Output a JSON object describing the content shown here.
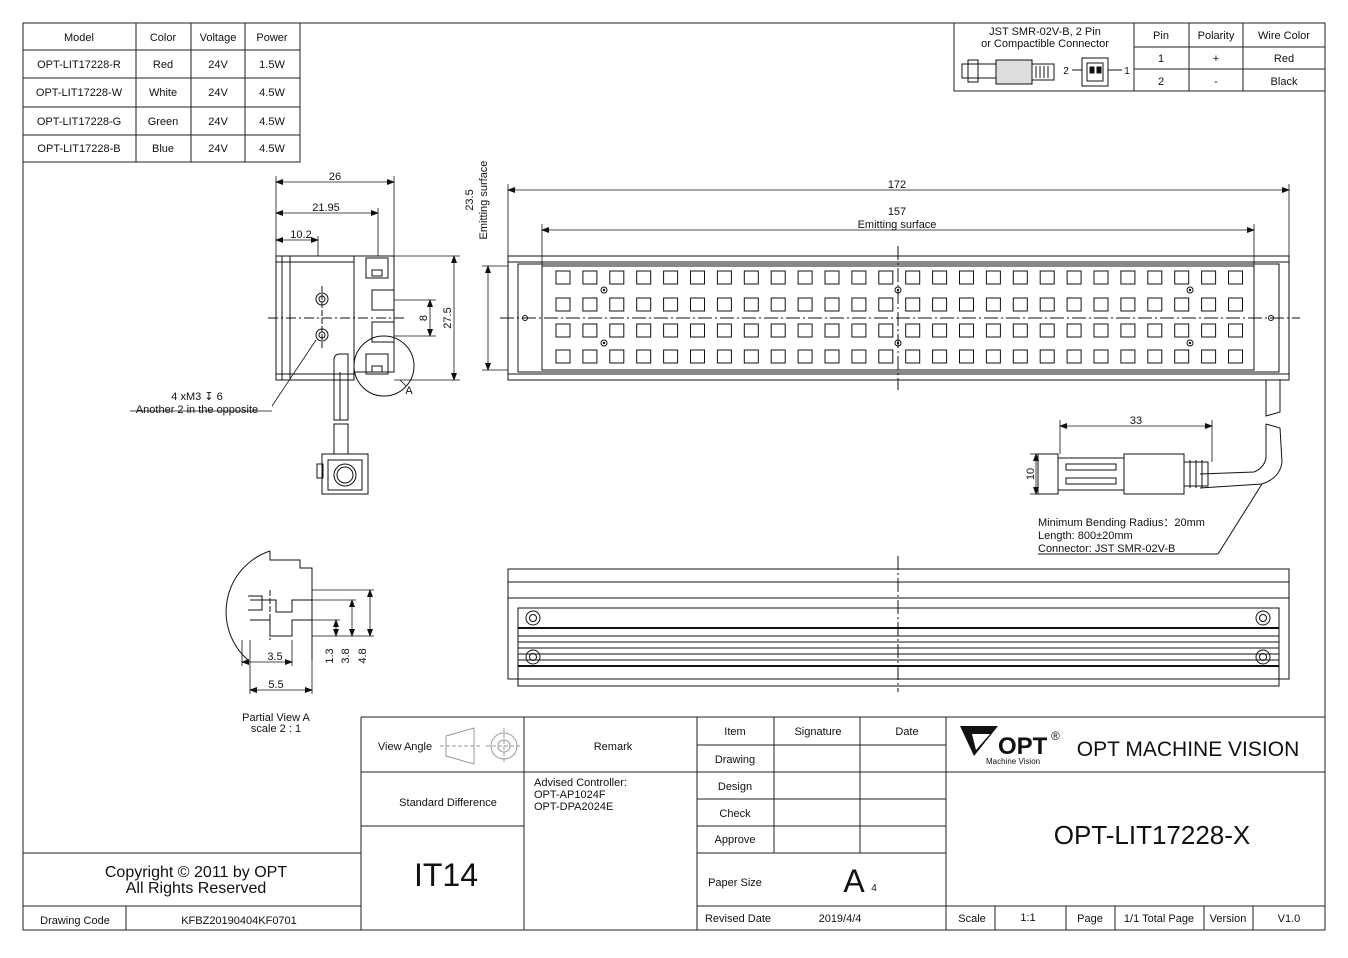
{
  "spec_table": {
    "headers": [
      "Model",
      "Color",
      "Voltage",
      "Power"
    ],
    "rows": [
      [
        "OPT-LIT17228-R",
        "Red",
        "24V",
        "1.5W"
      ],
      [
        "OPT-LIT17228-W",
        "White",
        "24V",
        "4.5W"
      ],
      [
        "OPT-LIT17228-G",
        "Green",
        "24V",
        "4.5W"
      ],
      [
        "OPT-LIT17228-B",
        "Blue",
        "24V",
        "4.5W"
      ]
    ]
  },
  "connector_table": {
    "title_line1": "JST SMR-02V-B, 2 Pin",
    "title_line2": "or Compactible Connector",
    "pin_label_2": "2",
    "pin_label_1": "1",
    "headers": [
      "Pin",
      "Polarity",
      "Wire Color"
    ],
    "rows": [
      [
        "1",
        "+",
        "Red"
      ],
      [
        "2",
        "-",
        "Black"
      ]
    ]
  },
  "side_view": {
    "dim_26": "26",
    "dim_21_95": "21.95",
    "dim_10_2": "10.2",
    "dim_23_5": "23.5",
    "emitting_surface": "Emitting surface",
    "dim_8": "8",
    "dim_27_5": "27.5",
    "detail_mark": "A",
    "hole_note": "4 xM3 ↧ 6",
    "hole_note2": "Another 2 in the opposite"
  },
  "front_view": {
    "dim_172": "172",
    "dim_157": "157",
    "emitting_surface": "Emitting surface"
  },
  "cable": {
    "dim_33": "33",
    "dim_10": "10",
    "note1": "Minimum Bending Radius：20mm",
    "note2": "Length: 800±20mm",
    "note3": "Connector: JST SMR-02V-B"
  },
  "partial_view": {
    "dim_3_5": "3.5",
    "dim_5_5": "5.5",
    "dim_1_3": "1.3",
    "dim_3_8": "3.8",
    "dim_4_8": "4.8",
    "caption1": "Partial View A",
    "caption2": "scale 2 : 1"
  },
  "title_block": {
    "view_angle": "View Angle",
    "remark": "Remark",
    "standard_difference": "Standard Difference",
    "advised_controller": "Advised Controller:",
    "controller1": "OPT-AP1024F",
    "controller2": "OPT-DPA2024E",
    "tolerance": "IT14",
    "item": "Item",
    "signature": "Signature",
    "date": "Date",
    "drawing": "Drawing",
    "design": "Design",
    "check": "Check",
    "approve": "Approve",
    "paper_size_label": "Paper Size",
    "paper_size": "A",
    "paper_size_sub": "4",
    "revised_date_label": "Revised Date",
    "revised_date": "2019/4/4",
    "logo_text": "OPT",
    "logo_reg": "®",
    "logo_sub": "Machine Vision",
    "company": "OPT MACHINE VISION",
    "part_number": "OPT-LIT17228-X",
    "scale_label": "Scale",
    "scale": "1:1",
    "page_label": "Page",
    "total_page": "1/1 Total Page",
    "version_label": "Version",
    "version": "V1.0",
    "copyright1": "Copyright © 2011 by OPT",
    "copyright2": "All Rights Reserved",
    "drawing_code_label": "Drawing Code",
    "drawing_code": "KFBZ20190404KF0701"
  }
}
